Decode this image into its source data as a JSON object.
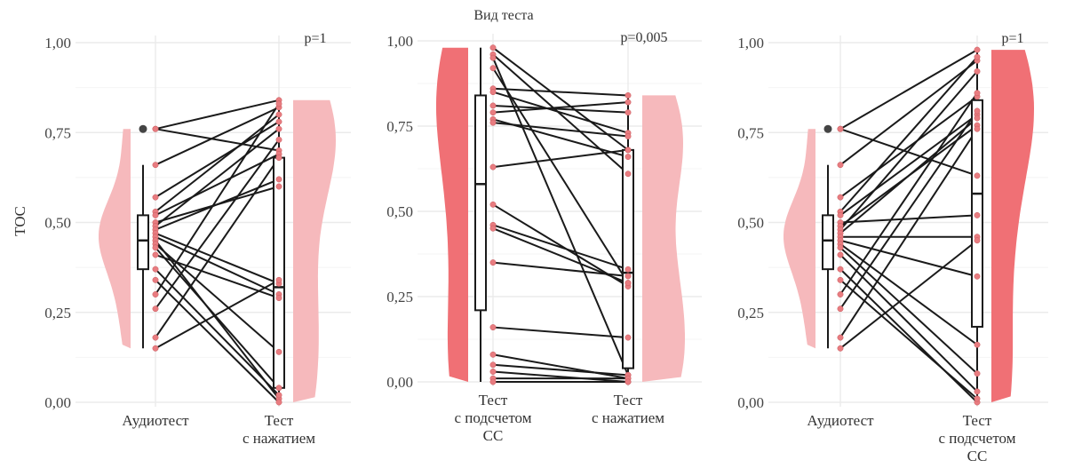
{
  "figure_title": "Вид теста",
  "y_axis_label": "TOC",
  "colors": {
    "dark": "#f07075",
    "light": "#f6b9bc",
    "line": "#1a1a1a",
    "point": "#e87c80",
    "grid": "#ebebeb"
  },
  "chart_data": [
    {
      "type": "raincloud",
      "ylabel": "TOC",
      "ylim": [
        0,
        1
      ],
      "yticks": [
        "0,00",
        "0,25",
        "0,50",
        "0,75",
        "1,00"
      ],
      "categories": [
        [
          "Аудиотест"
        ],
        [
          "Тест",
          "с нажатием"
        ]
      ],
      "p_value": "p=1",
      "box": [
        {
          "min": 0.15,
          "q1": 0.37,
          "median": 0.45,
          "q3": 0.52,
          "max": 0.66,
          "outliers": [
            0.76
          ]
        },
        {
          "min": 0.0,
          "q1": 0.04,
          "median": 0.32,
          "q3": 0.68,
          "max": 0.84,
          "outliers": []
        }
      ],
      "density_colors": [
        "light",
        "light"
      ],
      "pairs": [
        [
          0.76,
          0.84
        ],
        [
          0.76,
          0.7
        ],
        [
          0.66,
          0.82
        ],
        [
          0.57,
          0.78
        ],
        [
          0.53,
          0.8
        ],
        [
          0.52,
          0.69
        ],
        [
          0.5,
          0.6
        ],
        [
          0.49,
          0.76
        ],
        [
          0.48,
          0.62
        ],
        [
          0.47,
          0.33
        ],
        [
          0.46,
          0.3
        ],
        [
          0.45,
          0.01
        ],
        [
          0.44,
          0.14
        ],
        [
          0.43,
          0.04
        ],
        [
          0.41,
          0.29
        ],
        [
          0.37,
          0.02
        ],
        [
          0.34,
          0.0
        ],
        [
          0.3,
          0.83
        ],
        [
          0.26,
          0.73
        ],
        [
          0.18,
          0.68
        ],
        [
          0.15,
          0.34
        ]
      ]
    },
    {
      "type": "raincloud",
      "ylabel": "",
      "ylim": [
        0,
        1
      ],
      "yticks": [
        "0,00",
        "0,25",
        "0,50",
        "0,75",
        "1,00"
      ],
      "categories": [
        [
          "Тест",
          "с подсчетом",
          "СС"
        ],
        [
          "Тест",
          "с нажатием"
        ]
      ],
      "p_value": "p=0,005",
      "box": [
        {
          "min": 0.0,
          "q1": 0.21,
          "median": 0.58,
          "q3": 0.84,
          "max": 0.98,
          "outliers": []
        },
        {
          "min": 0.0,
          "q1": 0.04,
          "median": 0.32,
          "q3": 0.68,
          "max": 0.84,
          "outliers": []
        }
      ],
      "density_colors": [
        "dark",
        "light"
      ],
      "pairs": [
        [
          0.98,
          0.68
        ],
        [
          0.96,
          0.61
        ],
        [
          0.95,
          0.02
        ],
        [
          0.92,
          0.29
        ],
        [
          0.86,
          0.84
        ],
        [
          0.85,
          0.73
        ],
        [
          0.81,
          0.79
        ],
        [
          0.79,
          0.82
        ],
        [
          0.77,
          0.66
        ],
        [
          0.76,
          0.72
        ],
        [
          0.63,
          0.68
        ],
        [
          0.52,
          0.28
        ],
        [
          0.46,
          0.33
        ],
        [
          0.45,
          0.29
        ],
        [
          0.35,
          0.31
        ],
        [
          0.16,
          0.13
        ],
        [
          0.08,
          0.01
        ],
        [
          0.05,
          0.02
        ],
        [
          0.03,
          0.0
        ],
        [
          0.01,
          0.01
        ],
        [
          0.0,
          0.0
        ]
      ]
    },
    {
      "type": "raincloud",
      "ylabel": "",
      "ylim": [
        0,
        1
      ],
      "yticks": [
        "0,00",
        "0,25",
        "0,50",
        "0,75",
        "1,00"
      ],
      "categories": [
        [
          "Аудиотест"
        ],
        [
          "Тест",
          "с подсчетом",
          "СС"
        ]
      ],
      "p_value": "p=1",
      "box": [
        {
          "min": 0.15,
          "q1": 0.37,
          "median": 0.45,
          "q3": 0.52,
          "max": 0.66,
          "outliers": [
            0.76
          ]
        },
        {
          "min": 0.0,
          "q1": 0.21,
          "median": 0.58,
          "q3": 0.84,
          "max": 0.98,
          "outliers": []
        }
      ],
      "density_colors": [
        "light",
        "dark"
      ],
      "pairs": [
        [
          0.76,
          0.98
        ],
        [
          0.76,
          0.63
        ],
        [
          0.66,
          0.95
        ],
        [
          0.57,
          0.85
        ],
        [
          0.53,
          0.96
        ],
        [
          0.52,
          0.8
        ],
        [
          0.5,
          0.52
        ],
        [
          0.49,
          0.77
        ],
        [
          0.48,
          0.92
        ],
        [
          0.47,
          0.79
        ],
        [
          0.46,
          0.46
        ],
        [
          0.45,
          0.35
        ],
        [
          0.44,
          0.16
        ],
        [
          0.43,
          0.08
        ],
        [
          0.41,
          0.03
        ],
        [
          0.37,
          0.0
        ],
        [
          0.34,
          0.01
        ],
        [
          0.3,
          0.86
        ],
        [
          0.26,
          0.81
        ],
        [
          0.18,
          0.76
        ],
        [
          0.15,
          0.45
        ]
      ]
    }
  ]
}
